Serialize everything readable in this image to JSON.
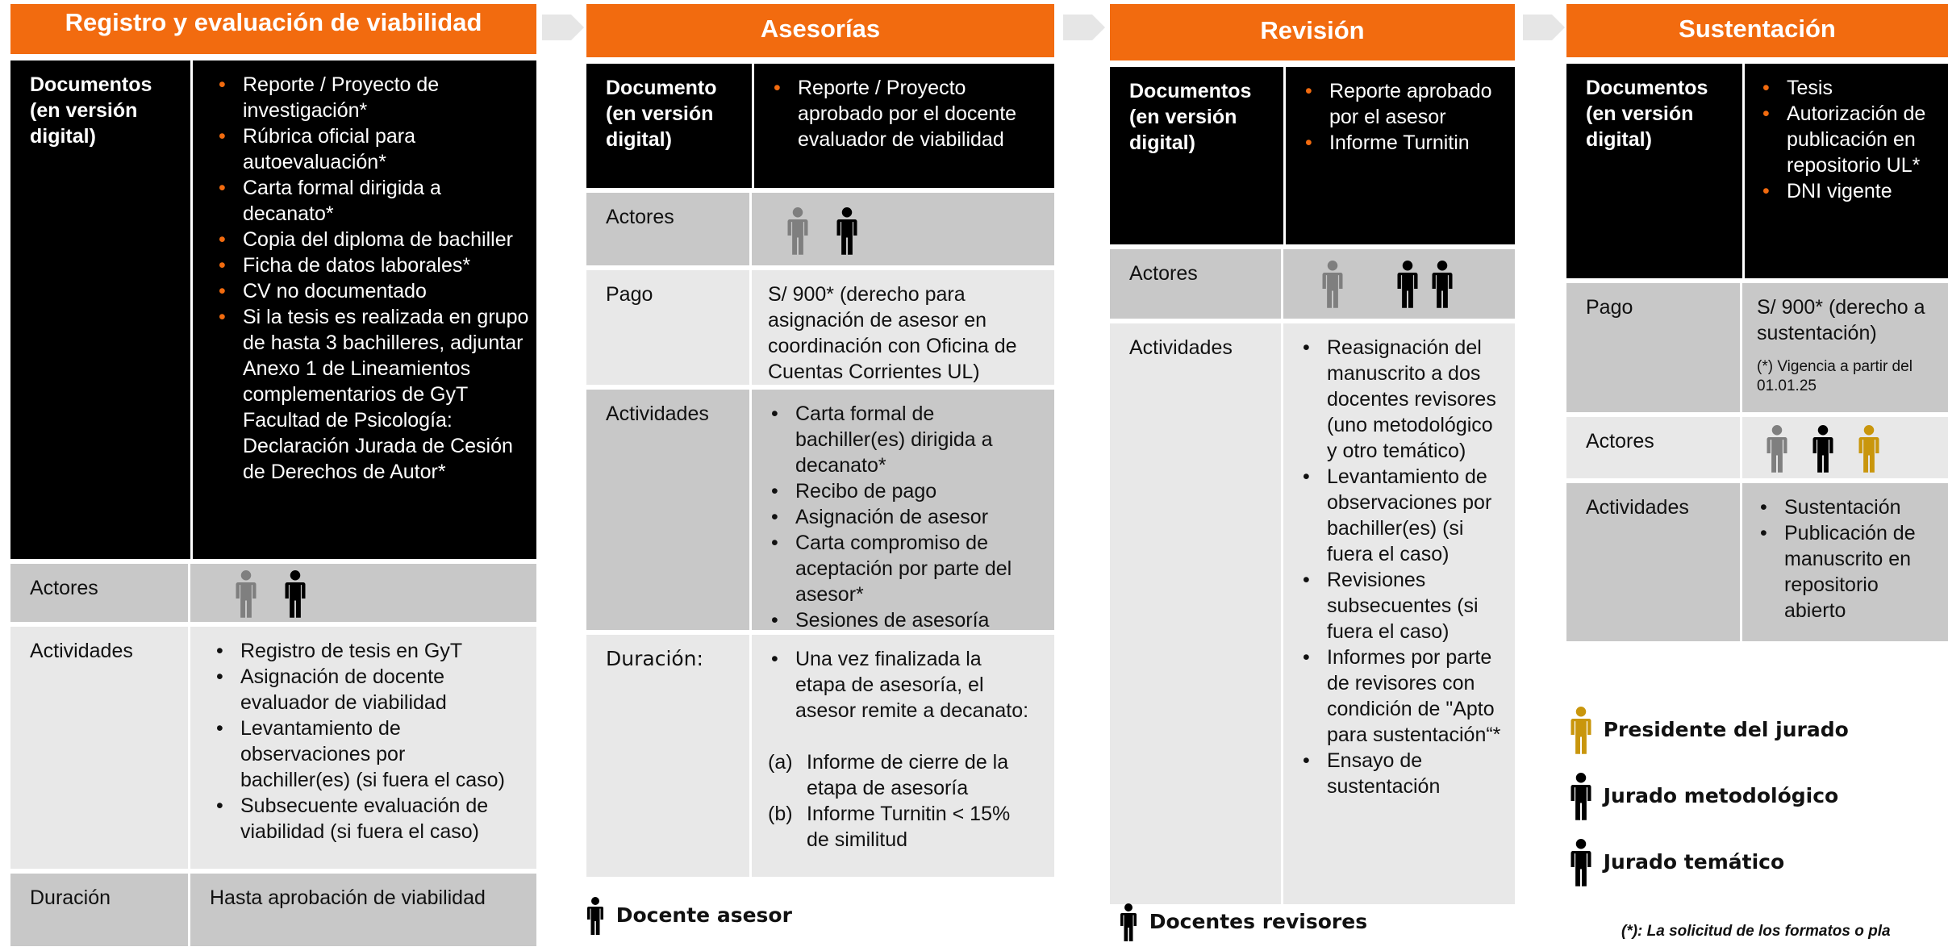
{
  "colors": {
    "accent": "#f26b0f",
    "dark": "#000000",
    "mid": "#c8c8c8",
    "light": "#e8e8e8",
    "gray_person": "#7f7f7f",
    "gold_person": "#c9960c"
  },
  "col1": {
    "title": "Registro y evaluación de viabilidad",
    "doc_label": "Documentos (en versión digital)",
    "doc_items": [
      "Reporte / Proyecto de investigación*",
      "Rúbrica oficial para autoevaluación*",
      "Carta formal dirigida a decanato*",
      "Copia del diploma de bachiller",
      "Ficha de datos laborales*",
      "CV no documentado",
      "Si la tesis es realizada en grupo de hasta 3 bachilleres, adjuntar Anexo 1 de Lineamientos complementarios de GyT Facultad de Psicología: Declaración Jurada de Cesión de Derechos de Autor*"
    ],
    "actors_label": "Actores",
    "activities_label": "Actividades",
    "activities": [
      "Registro de tesis en GyT",
      "Asignación de docente evaluador de viabilidad",
      "Levantamiento de observaciones por bachiller(es) (si fuera el caso)",
      "Subsecuente evaluación de viabilidad (si fuera el caso)"
    ],
    "duration_label": "Duración",
    "duration": "Hasta aprobación de viabilidad"
  },
  "col2": {
    "title": "Asesorías",
    "doc_label": "Documento (en versión digital)",
    "doc_items": [
      "Reporte / Proyecto aprobado por el docente evaluador de viabilidad"
    ],
    "actors_label": "Actores",
    "pay_label": "Pago",
    "pay": "S/ 900* (derecho para asignación de asesor en coordinación con Oficina de Cuentas Corrientes UL)",
    "activities_label": "Actividades",
    "activities": [
      "Carta formal de bachiller(es) dirigida a decanato*",
      "Recibo de pago",
      "Asignación de asesor",
      "Carta compromiso de aceptación por parte del asesor*",
      "Sesiones de asesoría"
    ],
    "duration_label": "Duración:",
    "duration_items": [
      "Una vez finalizada la etapa de asesoría, el asesor remite a decanato:"
    ],
    "duration_sub": [
      {
        "marker": "(a)",
        "text": "Informe de cierre de la etapa de asesoría"
      },
      {
        "marker": "(b)",
        "text": "Informe Turnitin < 15% de similitud"
      }
    ],
    "footer": "Docente asesor"
  },
  "col3": {
    "title": "Revisión",
    "doc_label": "Documentos (en versión digital)",
    "doc_items": [
      "Reporte aprobado por el asesor",
      "Informe Turnitin"
    ],
    "actors_label": "Actores",
    "activities_label": "Actividades",
    "activities": [
      "Reasignación del manuscrito a dos docentes revisores (uno metodológico y otro temático)",
      "Levantamiento de observaciones por bachiller(es) (si fuera el caso)",
      "Revisiones subsecuentes (si fuera el caso)",
      "Informes por parte de revisores con condición de \"Apto para sustentación“*",
      "Ensayo de sustentación"
    ],
    "footer": "Docentes revisores"
  },
  "col4": {
    "title": "Sustentación",
    "doc_label": "Documentos (en versión digital)",
    "doc_items": [
      "Tesis",
      "Autorización de publicación en repositorio UL*",
      "DNI vigente"
    ],
    "pay_label": "Pago",
    "pay": "S/ 900* (derecho a sustentación)",
    "pay_note": "(*) Vigencia a partir del 01.01.25",
    "actors_label": "Actores",
    "activities_label": "Actividades",
    "activities": [
      "Sustentación",
      "Publicación de manuscrito en repositorio abierto"
    ]
  },
  "legend": {
    "president": "Presidente del jurado",
    "methodological": "Jurado metodológico",
    "thematic": "Jurado temático"
  },
  "note": "(*): La solicitud de los formatos o pla"
}
